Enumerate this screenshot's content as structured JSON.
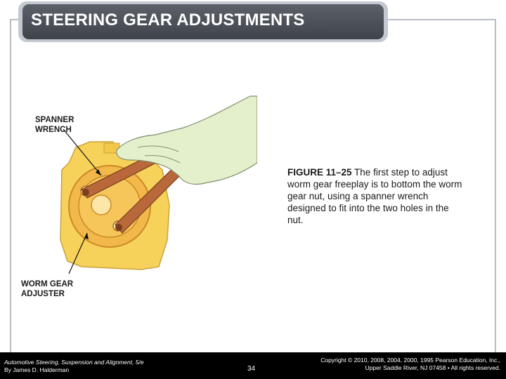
{
  "slide": {
    "title": "STEERING GEAR ADJUSTMENTS"
  },
  "figure": {
    "label_spanner": "SPANNER\nWRENCH",
    "label_spanner_line1": "SPANNER",
    "label_spanner_line2": "WRENCH",
    "label_worm_line1": "WORM GEAR",
    "label_worm_line2": "ADJUSTER"
  },
  "caption": {
    "figure_number": "FIGURE 11–25",
    "text": " The first step to adjust worm gear freeplay is to bottom the worm gear nut, using a spanner wrench designed to fit into the two holes in the nut."
  },
  "footer": {
    "book_title": "Automotive Steering, Suspension and Alignment, 5/e",
    "author": "By James D. Halderman",
    "page_number": "34",
    "copyright_line1": "Copyright © 2010, 2008, 2004, 2000, 1995 Pearson Education, Inc.,",
    "copyright_line2": "Upper Saddle River, NJ 07458 • All rights reserved."
  },
  "colors": {
    "title_bar": "#4a4e55",
    "housing": "#f7d25a",
    "wrench": "#b8683a",
    "hand": "#e4f0cc"
  }
}
